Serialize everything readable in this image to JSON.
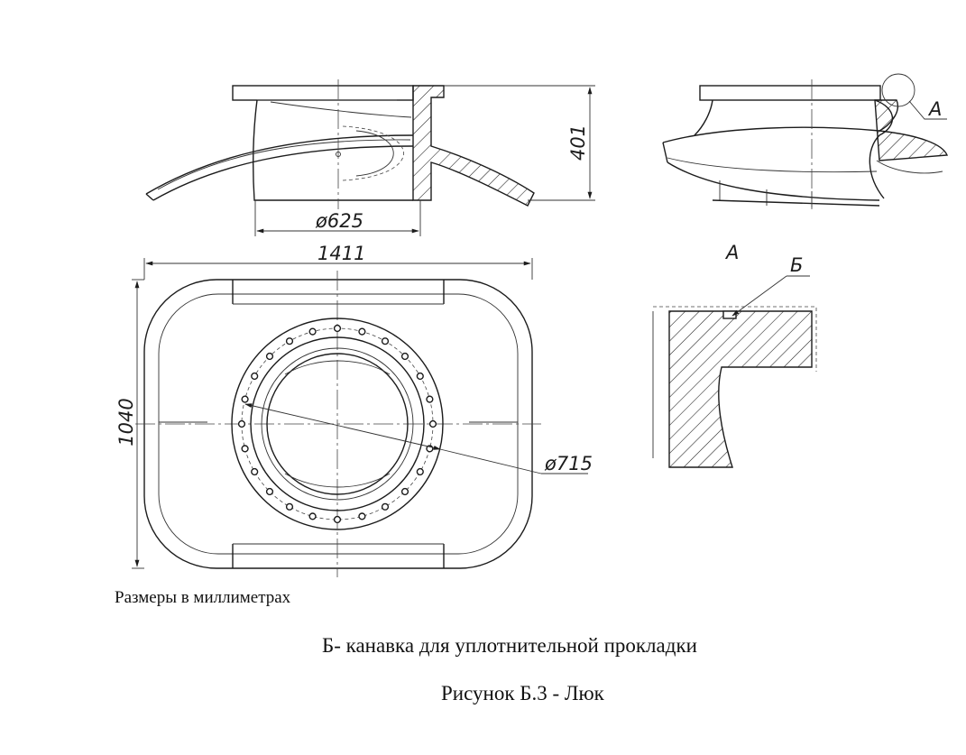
{
  "drawing": {
    "dimensions": {
      "height": "401",
      "flange_diameter": "ø625",
      "overall_width": "1411",
      "overall_height": "1040",
      "bolt_circle_diameter": "ø715"
    },
    "view_labels": {
      "detail_callout": "А",
      "detail_title": "А",
      "groove_callout": "Б"
    }
  },
  "notes": {
    "units": "Размеры в миллиметрах",
    "legend": "Б- канавка для уплотнительной прокладки",
    "caption": "Рисунок Б.3 - Люк"
  }
}
